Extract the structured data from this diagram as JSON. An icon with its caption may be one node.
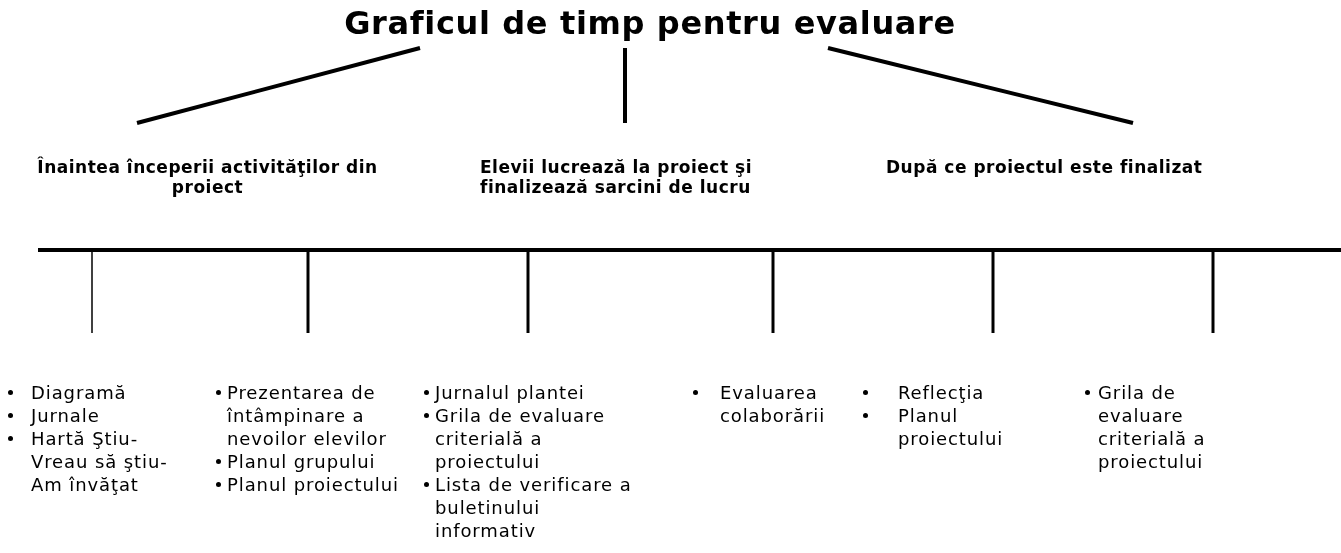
{
  "diagram": {
    "nodes": [
      {
        "text": [
          "Graficul de timp pentru evaluare"
        ]
      },
      {
        "text": [
          "Înaintea începerii activităţilor din proiect"
        ]
      },
      {
        "text": [
          "Elevii lucrează la proiect şi finalizează sarcini de lucru"
        ]
      },
      {
        "text": [
          "După ce proiectul este finalizat"
        ]
      },
      {
        "text": [],
        "shape": "bar"
      },
      {
        "text": [
          "Diagramă",
          "Jurnale",
          "Hartă Ştiu-Vreau să ştiu-Am învăţat"
        ]
      },
      {
        "text": [
          "Prezentarea de întâmpinare a nevoilor elevilor",
          "Planul grupului",
          "Planul proiectului"
        ]
      },
      {
        "text": [
          "Jurnalul plantei",
          "Grila de evaluare criterială a proiectului",
          "Lista de verificare a buletinului informativ"
        ]
      },
      {
        "text": [
          "Evaluarea colaborării"
        ]
      },
      {
        "text": [
          "Reflecţia",
          "Planul proiectului"
        ]
      },
      {
        "text": [
          "Grila de evaluare criterială a proiectului"
        ]
      }
    ],
    "edges": [
      {
        "from": 0,
        "to": 1,
        "arrow": "none"
      },
      {
        "from": 0,
        "to": 2,
        "arrow": "none"
      },
      {
        "from": 0,
        "to": 3,
        "arrow": "none"
      },
      {
        "from": 4,
        "to": 5,
        "arrow": "none"
      },
      {
        "from": 4,
        "to": 6,
        "arrow": "none"
      },
      {
        "from": 4,
        "to": 7,
        "arrow": "none"
      },
      {
        "from": 4,
        "to": 8,
        "arrow": "none"
      },
      {
        "from": 4,
        "to": 9,
        "arrow": "none"
      },
      {
        "from": 4,
        "to": 10,
        "arrow": "none"
      }
    ]
  }
}
